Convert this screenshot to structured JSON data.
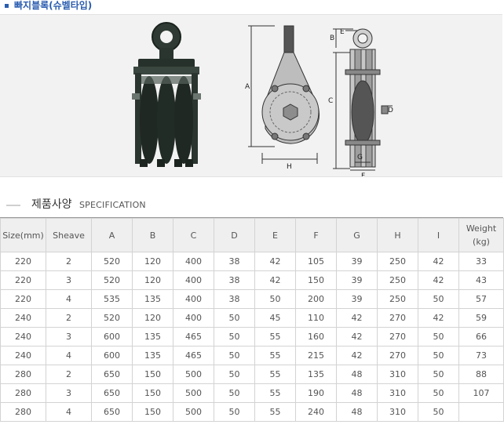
{
  "page": {
    "title": "빠지블록(슈벨타입)"
  },
  "figure": {
    "dimension_labels": [
      "A",
      "B",
      "C",
      "D",
      "E",
      "F",
      "G",
      "H"
    ]
  },
  "spec": {
    "heading_kr": "제품사양",
    "heading_en": "SPECIFICATION",
    "columns": [
      "Size(mm)",
      "Sheave",
      "A",
      "B",
      "C",
      "D",
      "E",
      "F",
      "G",
      "H",
      "I",
      "Weight (kg)"
    ],
    "rows": [
      [
        "220",
        "2",
        "520",
        "120",
        "400",
        "38",
        "42",
        "105",
        "39",
        "250",
        "42",
        "33"
      ],
      [
        "220",
        "3",
        "520",
        "120",
        "400",
        "38",
        "42",
        "150",
        "39",
        "250",
        "42",
        "43"
      ],
      [
        "220",
        "4",
        "535",
        "135",
        "400",
        "38",
        "50",
        "200",
        "39",
        "250",
        "50",
        "57"
      ],
      [
        "240",
        "2",
        "520",
        "120",
        "400",
        "50",
        "45",
        "110",
        "42",
        "270",
        "42",
        "59"
      ],
      [
        "240",
        "3",
        "600",
        "135",
        "465",
        "50",
        "55",
        "160",
        "42",
        "270",
        "50",
        "66"
      ],
      [
        "240",
        "4",
        "600",
        "135",
        "465",
        "50",
        "55",
        "215",
        "42",
        "270",
        "50",
        "73"
      ],
      [
        "280",
        "2",
        "650",
        "150",
        "500",
        "50",
        "55",
        "135",
        "48",
        "310",
        "50",
        "88"
      ],
      [
        "280",
        "3",
        "650",
        "150",
        "500",
        "50",
        "55",
        "190",
        "48",
        "310",
        "50",
        "107"
      ],
      [
        "280",
        "4",
        "650",
        "150",
        "500",
        "50",
        "55",
        "240",
        "48",
        "310",
        "50",
        ""
      ]
    ]
  }
}
